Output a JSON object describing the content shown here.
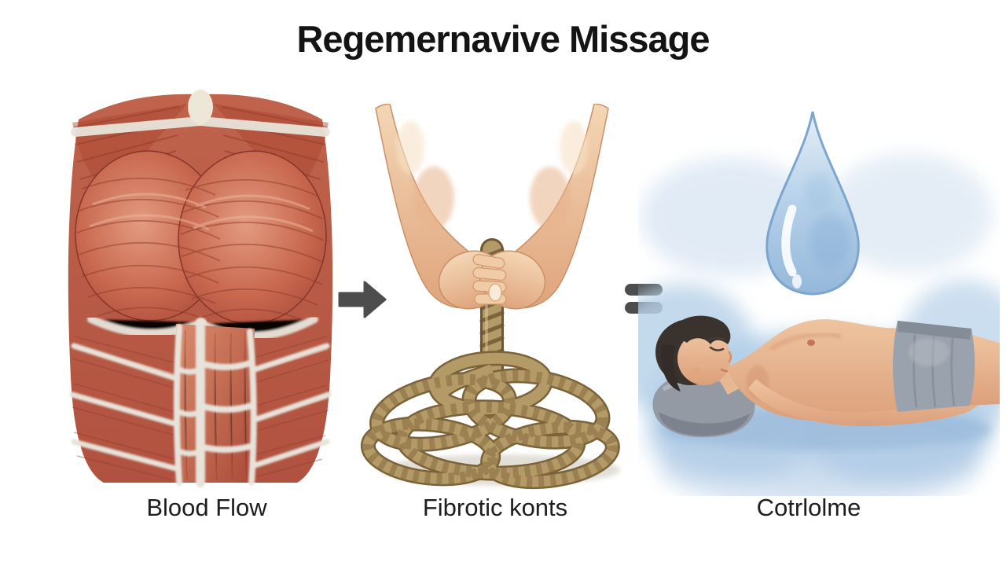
{
  "title": "Regemernavive Missage",
  "panels": [
    {
      "id": "blood-flow",
      "label": "Blood Flow",
      "illustration": "watercolor-torso-muscle-anatomy"
    },
    {
      "id": "fibrotic-knots",
      "label": "Fibrotic konts",
      "illustration": "hands-gripping-tangled-rope"
    },
    {
      "id": "calm-outcome",
      "label": "Cotrlolme",
      "illustration": "person-lying-relaxed-with-water-drop"
    }
  ],
  "connectors": [
    {
      "type": "arrow-right",
      "between": "blood-flow and fibrotic-knots"
    },
    {
      "type": "equals",
      "between": "fibrotic-knots and calm-outcome"
    }
  ],
  "colors": {
    "background": "#ffffff",
    "title_text": "#141414",
    "label_text": "#1e1e1e",
    "connector": "#4d4d4d",
    "muscle_red": "#b0523f",
    "muscle_highlight": "#e39b80",
    "fascia_white": "#e8e4da",
    "rope_tan": "#b49a67",
    "rope_dark": "#6e5732",
    "skin": "#eec39f",
    "hair_dark": "#3a322d",
    "pillow_gray": "#949aa3",
    "shorts_gray": "#9aa2ad",
    "water_blue": "#a9cbe8",
    "water_deep": "#76a2cc",
    "wash_blue": "#b3cfe8"
  }
}
